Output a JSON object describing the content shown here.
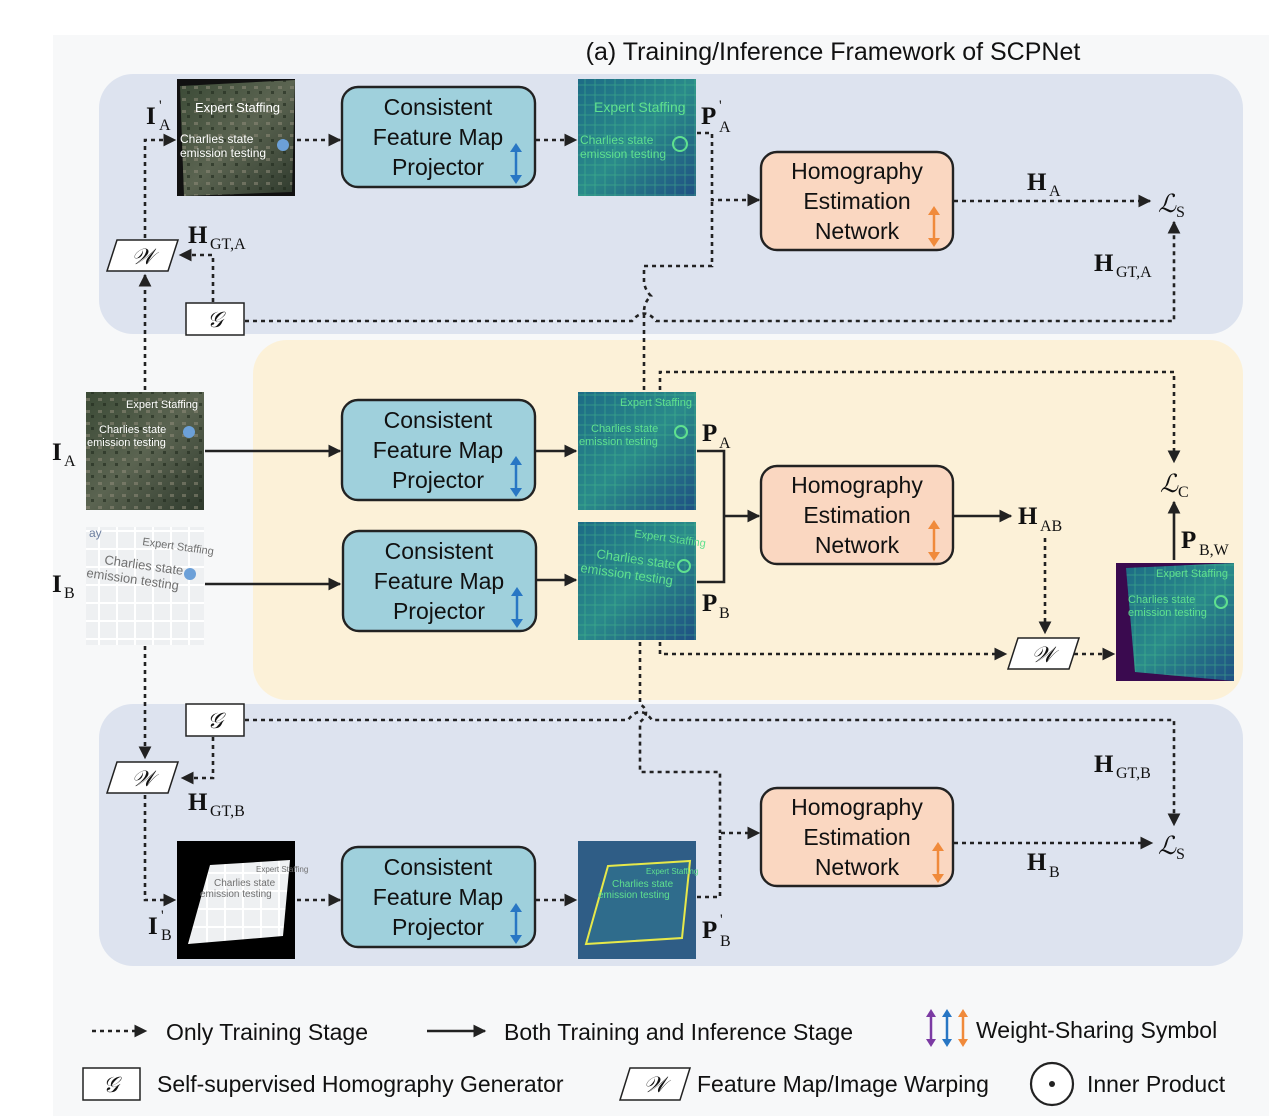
{
  "title": "(a) Training/Inference Framework of SCPNet",
  "modules": {
    "projector": [
      "Consistent",
      "Feature Map",
      "Projector"
    ],
    "homography": [
      "Homography",
      "Estimation",
      "Network"
    ]
  },
  "image_text": {
    "satellite_label_1": "Expert Staffing",
    "satellite_label_2": "Charlies state",
    "satellite_label_3": "emission testing",
    "map_label_1": "Expert Staffing",
    "map_label_2": "Charlies state",
    "map_label_3": "emission testing",
    "map_partial": "ay"
  },
  "symbols": {
    "IA": "I",
    "IA_sub": "A",
    "IB": "I",
    "IB_sub": "B",
    "IA_prime": "I",
    "IA_prime_sub": "A",
    "IB_prime": "I",
    "IB_prime_sub": "B",
    "PA": "P",
    "PA_sub": "A",
    "PB": "P",
    "PB_sub": "B",
    "PA_prime": "P",
    "PA_prime_sub": "A",
    "PB_prime": "P",
    "PB_prime_sub": "B",
    "PBW": "P",
    "PBW_sub": "B,W",
    "HA": "H",
    "HA_sub": "A",
    "HB": "H",
    "HB_sub": "B",
    "HAB": "H",
    "HAB_sub": "AB",
    "HGTA": "H",
    "HGTA_sub": "GT,A",
    "HGTB": "H",
    "HGTB_sub": "GT,B",
    "LS": "ℒ",
    "LS_sub": "S",
    "LC": "ℒ",
    "LC_sub": "C",
    "warp": "𝒲",
    "gen": "𝒢",
    "prime": "'"
  },
  "legend": {
    "dashed": "Only Training Stage",
    "solid": "Both Training and Inference Stage",
    "weight_sharing": "Weight-Sharing Symbol",
    "generator": "Self-supervised Homography Generator",
    "warping": "Feature Map/Image Warping",
    "inner_product": "Inner Product"
  },
  "colors": {
    "panel_blue": "#dde3ef",
    "panel_yellow": "#fcf1d8",
    "page_bg": "#f7f8f9",
    "projector_fill": "#9fd0dc",
    "homography_fill": "#fad7c1",
    "arrow_blue": "#2876c4",
    "arrow_orange": "#f08a3b",
    "arrow_purple": "#7b3aa3"
  }
}
